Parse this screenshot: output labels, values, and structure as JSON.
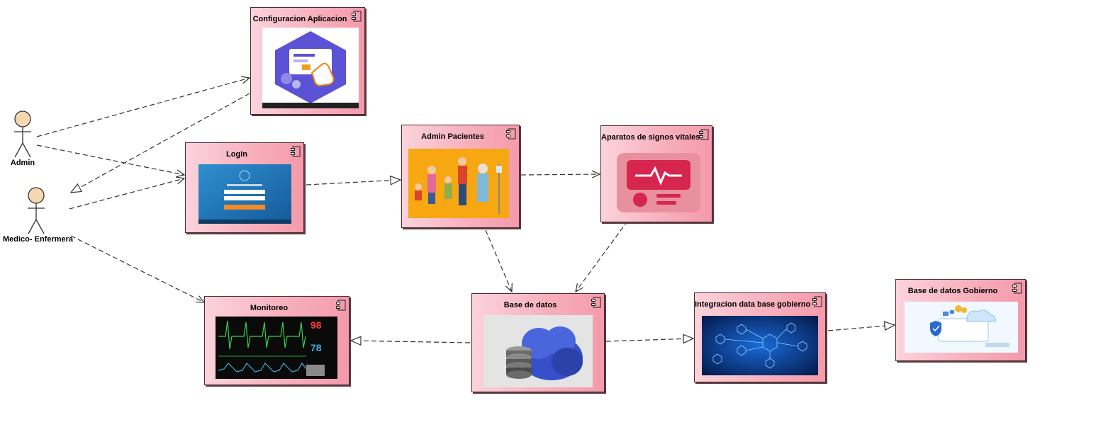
{
  "actors": {
    "admin": "Admin",
    "medico": "Medico- Enfermera"
  },
  "components": {
    "config": "Configuracion Aplicacion",
    "login": "Login",
    "pacientes": "Admin Pacientes",
    "aparatos": "Aparatos de signos vitales",
    "base": "Base de datos",
    "monitoreo": "Monitoreo",
    "integracion": "Integracion data base gobierno",
    "gobierno": "Base de datos Gobierno"
  },
  "monitor": {
    "value_red": "98",
    "value_blue": "78"
  },
  "colors": {
    "component_fill": "#f7aebb",
    "actor_fill": "#f5d7b0"
  }
}
